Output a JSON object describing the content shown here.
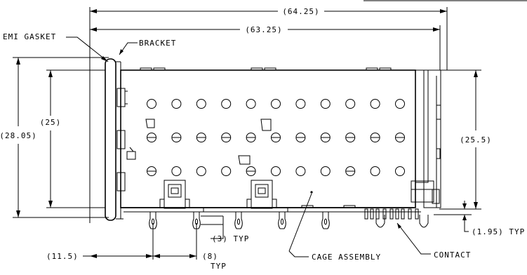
{
  "labels": {
    "emi_gasket": "EMI GASKET",
    "bracket": "BRACKET",
    "cage_assembly": "CAGE ASSEMBLY",
    "contact": "CONTACT"
  },
  "dimensions": {
    "overall_length": "(64.25)",
    "cage_length": "(63.25)",
    "overall_height": "(28.05)",
    "inner_height": "(25)",
    "right_height": "(25.5)",
    "contact_offset": "(1.95) TYP",
    "pin_gap": "(3) TYP",
    "front_offset": "(11.5)",
    "pin_pitch": "(8)",
    "pin_pitch_typ": "TYP"
  },
  "holes": {
    "columns": 11,
    "rows": 3
  }
}
